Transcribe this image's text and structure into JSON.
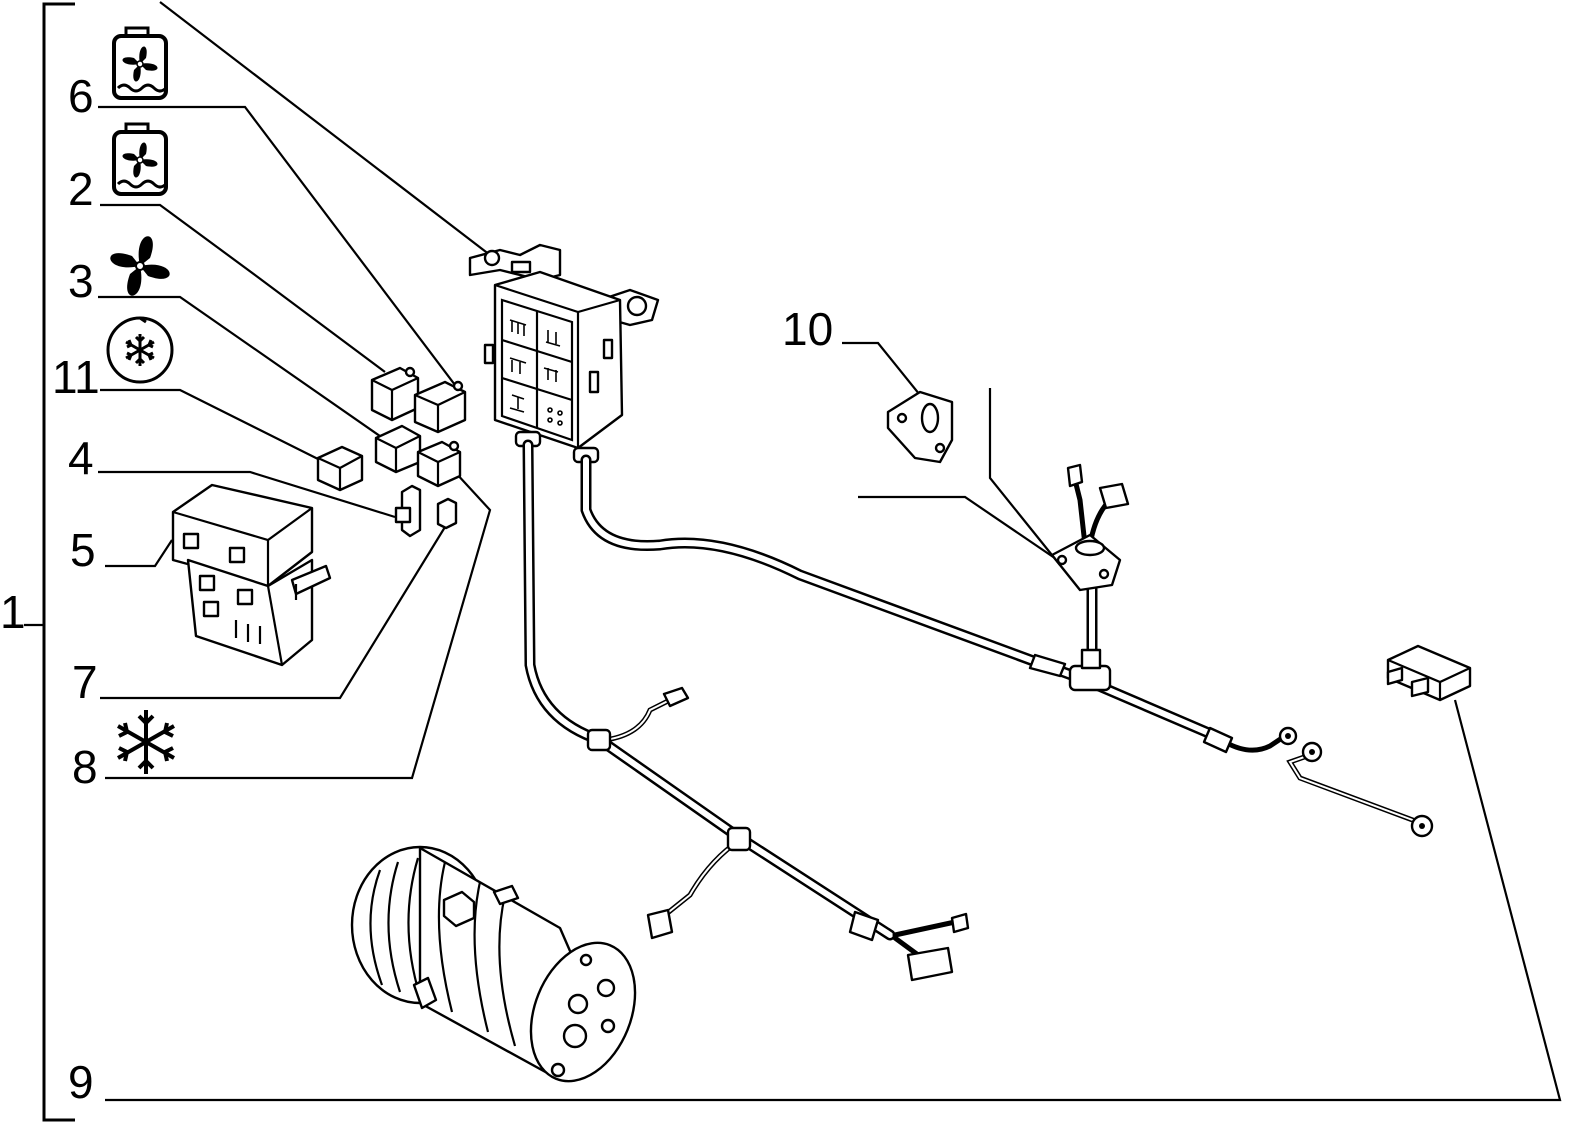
{
  "diagram": {
    "callouts": [
      {
        "id": "1",
        "label": "1"
      },
      {
        "id": "2",
        "label": "2"
      },
      {
        "id": "3",
        "label": "3"
      },
      {
        "id": "4",
        "label": "4"
      },
      {
        "id": "5",
        "label": "5"
      },
      {
        "id": "6",
        "label": "6"
      },
      {
        "id": "7",
        "label": "7"
      },
      {
        "id": "8",
        "label": "8"
      },
      {
        "id": "9",
        "label": "9"
      },
      {
        "id": "10",
        "label": "10"
      },
      {
        "id": "11",
        "label": "11"
      }
    ],
    "symbols": [
      {
        "for": "6",
        "icon": "fan-coolant-icon"
      },
      {
        "for": "2",
        "icon": "fan-coolant-icon"
      },
      {
        "for": "3",
        "icon": "fan-icon"
      },
      {
        "for": "11",
        "icon": "snowflake-circle-icon"
      },
      {
        "for": "8",
        "icon": "snowflake-icon"
      }
    ]
  }
}
